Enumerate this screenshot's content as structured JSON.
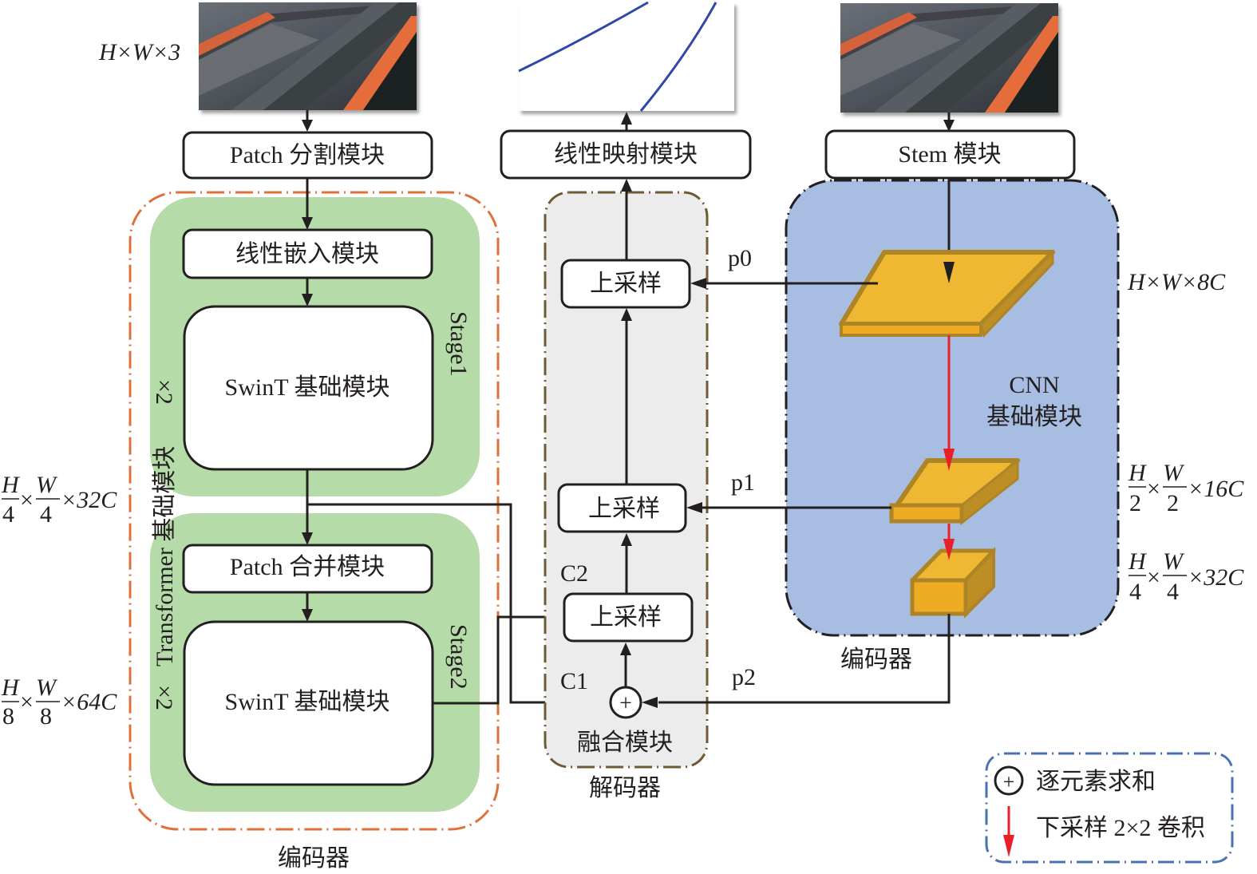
{
  "colors": {
    "transformer_encoder_border": "#e0703a",
    "stage_fill": "#b5dba8",
    "decoder_fill": "#ececec",
    "decoder_border": "#6e5a35",
    "cnn_encoder_fill": "#a8bde2",
    "cnn_encoder_border": "#231f20",
    "feature_fill": "#efb833",
    "feature_front": "#eeab24",
    "feature_side": "#bd8d26",
    "feature_border": "#ad8526",
    "downsample_arrow": "#e8202a",
    "legend_border": "#4a72b0",
    "output_curve": "#2d47a8"
  },
  "left_branch": {
    "input_image": "conveyor-belt-photo",
    "input_dim": "H×W×3",
    "patch_split": "Patch 分割模块",
    "linear_embed": "线性嵌入模块",
    "swint_block_1": "SwinT 基础模块",
    "stage1_label": "Stage1",
    "patch_merge": "Patch 合并模块",
    "swint_block_2": "SwinT 基础模块",
    "stage2_label": "Stage2",
    "repeat_top": "×2",
    "repeat_bottom": "×2",
    "vertical_label": "Transformer 基础模块",
    "dim_stage1": {
      "h": "H",
      "hd": "4",
      "w": "W",
      "wd": "4",
      "c": "×32C"
    },
    "dim_stage2": {
      "h": "H",
      "hd": "8",
      "w": "W",
      "wd": "8",
      "c": "×64C"
    },
    "encoder_caption": "编码器"
  },
  "decoder": {
    "output_image": "segmentation-line-output",
    "linear_projection": "线性映射模块",
    "upsample_top": "上采样",
    "upsample_mid": "上采样",
    "upsample_bottom": "上采样",
    "fusion_label": "融合模块",
    "c1": "C1",
    "c2": "C2",
    "p0": "p0",
    "p1": "p1",
    "p2": "p2",
    "caption": "解码器",
    "plus_symbol": "+"
  },
  "right_branch": {
    "input_image": "conveyor-belt-photo",
    "stem": "Stem 模块",
    "cnn_title_line1": "CNN",
    "cnn_title_line2": "基础模块",
    "dim_p0": "H×W×8C",
    "dim_p1": {
      "h": "H",
      "hd": "2",
      "w": "W",
      "wd": "2",
      "c": "×16C"
    },
    "dim_p2": {
      "h": "H",
      "hd": "4",
      "w": "W",
      "wd": "4",
      "c": "×32C"
    },
    "encoder_caption": "编码器"
  },
  "legend": {
    "sum_symbol": "+",
    "sum_label": "逐元素求和",
    "downsample_label": "下采样 2×2 卷积"
  }
}
